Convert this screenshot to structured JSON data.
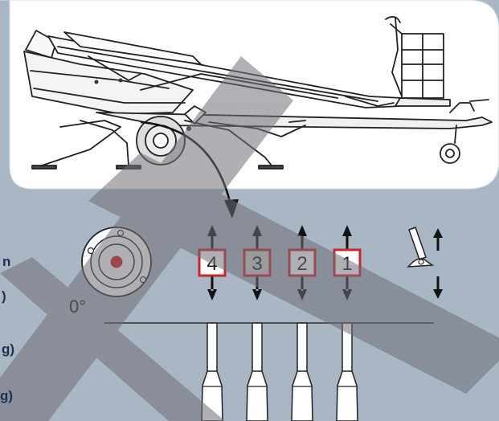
{
  "panel_colors": {
    "background": "#a9b6c3",
    "illustration_panel": "#ffffff",
    "watermark": "#6f6f78",
    "lever_box_border": "#c8252b",
    "level_center": "#d4161c"
  },
  "level_indicator": {
    "icon": "bubble-level-icon",
    "angle_label": "0°"
  },
  "levers": [
    {
      "number": "4",
      "highlighted": false
    },
    {
      "number": "3",
      "highlighted": true
    },
    {
      "number": "2",
      "highlighted": false
    },
    {
      "number": "1",
      "highlighted": false
    }
  ],
  "side_labels": [
    {
      "text": "n"
    },
    {
      "text": ")"
    },
    {
      "text": "g)"
    },
    {
      "text": "g)"
    }
  ],
  "illustration": {
    "subject": "trailer-mounted-boom-lift-icon",
    "stabilizer_pointer": "curved-arrow-icon",
    "lever_symbol": "tilted-lever-icon"
  }
}
